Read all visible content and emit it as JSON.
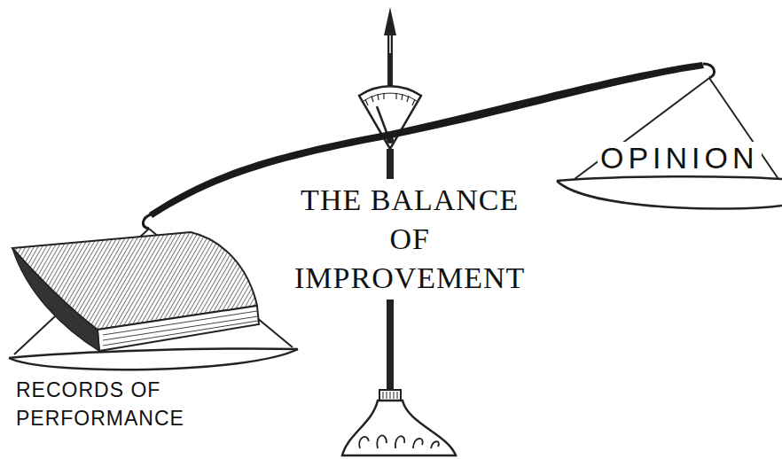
{
  "diagram": {
    "title": "THE BALANCE OF IMPROVEMENT",
    "labels": [
      "OPINION",
      "RECORDS OF PERFORMANCE"
    ]
  }
}
